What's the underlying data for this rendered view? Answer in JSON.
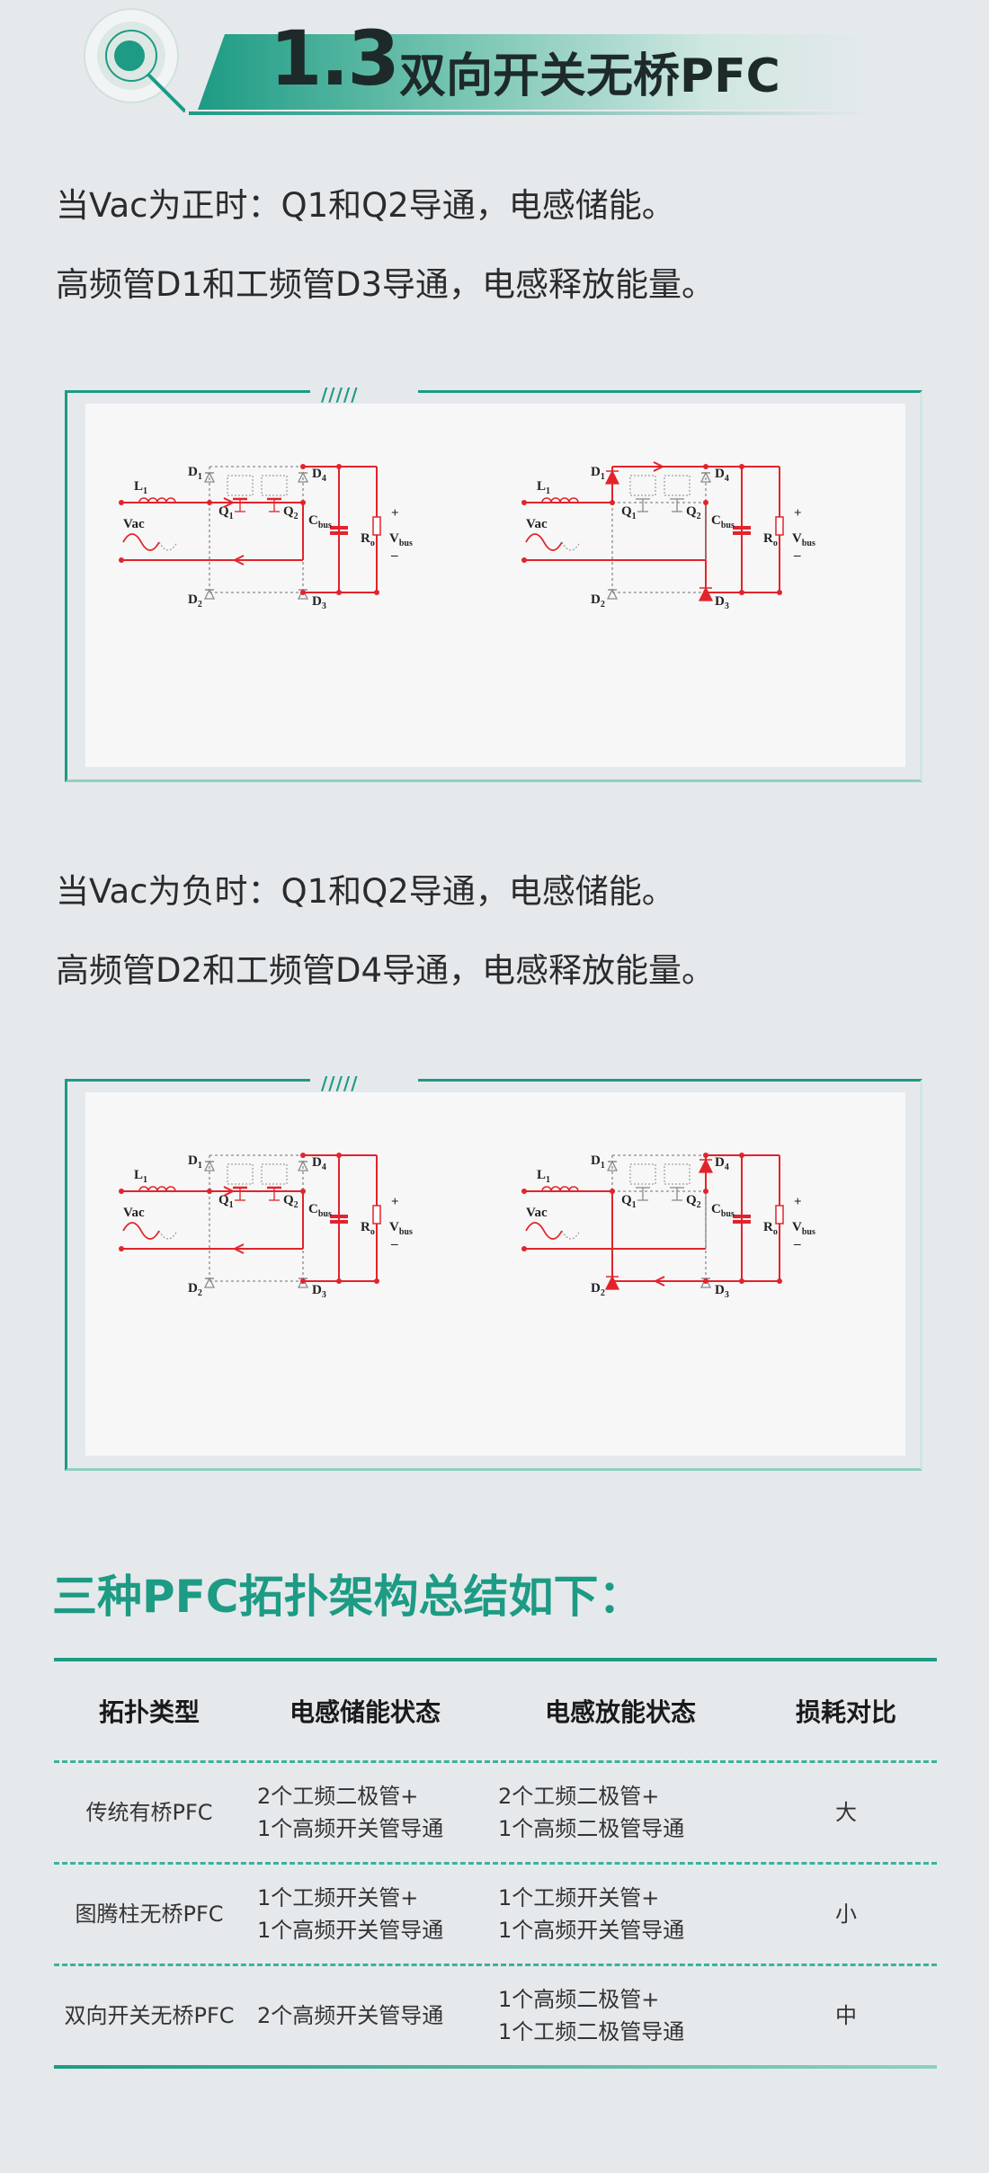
{
  "header": {
    "number": "1.3",
    "title": "双向开关无桥PFC"
  },
  "section1": {
    "line1": "当Vac为正时：Q1和Q2导通，电感储能。",
    "line2": "高频管D1和工频管D3导通，电感释放能量。"
  },
  "section2": {
    "line1": "当Vac为负时：Q1和Q2导通，电感储能。",
    "line2": "高频管D2和工频管D4导通，电感释放能量。"
  },
  "circuit_labels": {
    "D1": "D",
    "D1s": "1",
    "D2": "D",
    "D2s": "2",
    "D3": "D",
    "D3s": "3",
    "D4": "D",
    "D4s": "4",
    "L": "L",
    "Ls": "1",
    "Q1": "Q",
    "Q1s": "1",
    "Q2": "Q",
    "Q2s": "2",
    "vac": "Vac",
    "C": "C",
    "Cs": "bus",
    "R": "R",
    "Rs": "o",
    "V": "V",
    "Vs": "bus",
    "plus": "+",
    "minus": "_"
  },
  "summary_title": "三种PFC拓扑架构总结如下：",
  "table": {
    "headers": [
      "拓扑类型",
      "电感储能状态",
      "电感放能状态",
      "损耗对比"
    ],
    "rows": [
      {
        "type": "传统有桥PFC",
        "store": [
          "2个工频二极管+",
          "1个高频开关管导通"
        ],
        "release": [
          "2个工频二极管+",
          "1个高频二极管导通"
        ],
        "loss": "大"
      },
      {
        "type": "图腾柱无桥PFC",
        "store": [
          "1个工频开关管+",
          "1个高频开关管导通"
        ],
        "release": [
          "1个工频开关管+",
          "1个高频开关管导通"
        ],
        "loss": "小"
      },
      {
        "type": "双向开关无桥PFC",
        "store": [
          "2个高频开关管导通"
        ],
        "release": [
          "1个高频二极管+",
          "1个工频二极管导通"
        ],
        "loss": "中"
      }
    ]
  },
  "colors": {
    "accent": "#1d9b84",
    "active": "#e3232b",
    "inactive": "#8a8a8a"
  }
}
